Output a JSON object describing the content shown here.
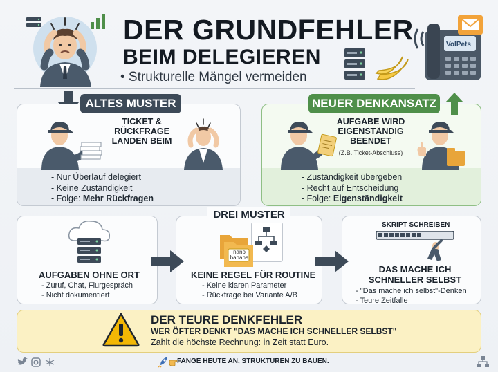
{
  "header": {
    "title_line1": "DER GRUNDFEHLER",
    "title_line2": "BEIM DELEGIEREN",
    "subtitle": "• Strukturelle Mängel vermeiden",
    "phone_screen_label": "VolPets"
  },
  "old_pattern": {
    "badge": "ALTES MUSTER",
    "heading": [
      "TICKET &",
      "RÜCKFRAGE",
      "LANDEN BEIM"
    ],
    "bullets": [
      "- Nur Überlauf delegiert",
      "- Keine Zuständigkeit"
    ],
    "result_prefix": "- Folge: ",
    "result_bold": "Mehr Rückfragen"
  },
  "new_pattern": {
    "badge": "NEUER DENKANSATZ",
    "heading": [
      "AUFGABE WIRD",
      "EIGENSTÄNDIG",
      "BEENDET"
    ],
    "note": "(Z.B. Ticket-Abschluss)",
    "bullets": [
      "- Zuständigkeit übergeben",
      "- Recht auf Entscheidung"
    ],
    "result_prefix": "- Folge: ",
    "result_bold": "Eigenständigkeit"
  },
  "three_patterns": {
    "title": "DREI MUSTER",
    "cards": [
      {
        "title": "AUFGABEN OHNE ORT",
        "lines": [
          "- Zuruf, Chat, Flurgespräch",
          "- Nicht dokumentiert"
        ]
      },
      {
        "title": "KEINE REGEL FÜR ROUTINE",
        "lines": [
          "- Keine klaren Parameter",
          "- Rückfrage bei Variante A/B"
        ],
        "folder_label": "nano banana"
      },
      {
        "title_lines": [
          "DAS MACHE ICH",
          "SCHNELLER SELBST"
        ],
        "lines": [
          "- \"Das mache ich selbst\"-Denken",
          "- Teure Zeitfalle"
        ],
        "top_label": "SKRIPT SCHREIBEN"
      }
    ]
  },
  "warning": {
    "heading": "DER TEURE DENKFEHLER",
    "sub": "WER ÖFTER DENKT \"DAS MACHE ICH SCHNELLER SELBST\"",
    "text": "Zahlt die höchste Rechnung: in Zeit statt Euro."
  },
  "footer": {
    "text": "FANGE HEUTE AN, STRUKTUREN ZU BAUEN."
  },
  "colors": {
    "dark_badge": "#3d4a58",
    "green_badge": "#4f8f4a",
    "warning_bg": "#fbf1c4",
    "warning_icon": "#f2b705"
  }
}
